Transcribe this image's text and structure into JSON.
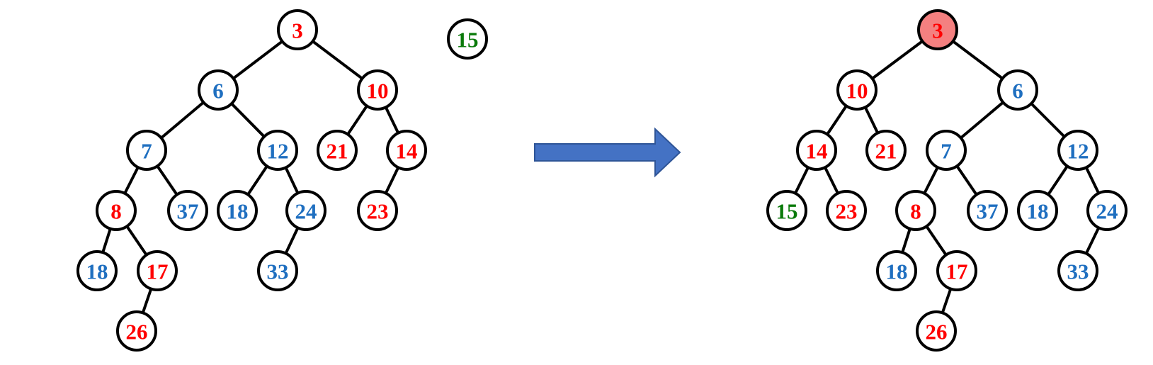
{
  "colors": {
    "red": "#ff0000",
    "blue": "#1f6fc0",
    "green": "#0a7a0a",
    "highlight_fill": "#f48080",
    "arrow_fill": "#4472c4",
    "arrow_stroke": "#2f5597"
  },
  "left_tree": {
    "nodes": [
      {
        "id": "L3",
        "label": "3",
        "color": "red"
      },
      {
        "id": "L6",
        "label": "6",
        "color": "blue"
      },
      {
        "id": "L10",
        "label": "10",
        "color": "red"
      },
      {
        "id": "L7",
        "label": "7",
        "color": "blue"
      },
      {
        "id": "L12",
        "label": "12",
        "color": "blue"
      },
      {
        "id": "L21",
        "label": "21",
        "color": "red"
      },
      {
        "id": "L14",
        "label": "14",
        "color": "red"
      },
      {
        "id": "L8",
        "label": "8",
        "color": "red"
      },
      {
        "id": "L37",
        "label": "37",
        "color": "blue"
      },
      {
        "id": "L18a",
        "label": "18",
        "color": "blue"
      },
      {
        "id": "L24",
        "label": "24",
        "color": "blue"
      },
      {
        "id": "L23",
        "label": "23",
        "color": "red"
      },
      {
        "id": "L18b",
        "label": "18",
        "color": "blue"
      },
      {
        "id": "L17",
        "label": "17",
        "color": "red"
      },
      {
        "id": "L33",
        "label": "33",
        "color": "blue"
      },
      {
        "id": "L26",
        "label": "26",
        "color": "red"
      }
    ],
    "edges": [
      [
        "L3",
        "L6"
      ],
      [
        "L3",
        "L10"
      ],
      [
        "L6",
        "L7"
      ],
      [
        "L6",
        "L12"
      ],
      [
        "L10",
        "L21"
      ],
      [
        "L10",
        "L14"
      ],
      [
        "L7",
        "L8"
      ],
      [
        "L7",
        "L37"
      ],
      [
        "L12",
        "L18a"
      ],
      [
        "L12",
        "L24"
      ],
      [
        "L14",
        "L23"
      ],
      [
        "L8",
        "L18b"
      ],
      [
        "L8",
        "L17"
      ],
      [
        "L24",
        "L33"
      ],
      [
        "L17",
        "L26"
      ]
    ]
  },
  "insert_node": {
    "id": "N15",
    "label": "15",
    "color": "green"
  },
  "right_tree": {
    "nodes": [
      {
        "id": "R3",
        "label": "3",
        "color": "red",
        "highlight": true
      },
      {
        "id": "R10",
        "label": "10",
        "color": "red"
      },
      {
        "id": "R6",
        "label": "6",
        "color": "blue"
      },
      {
        "id": "R14",
        "label": "14",
        "color": "red"
      },
      {
        "id": "R21",
        "label": "21",
        "color": "red"
      },
      {
        "id": "R7",
        "label": "7",
        "color": "blue"
      },
      {
        "id": "R12",
        "label": "12",
        "color": "blue"
      },
      {
        "id": "R15",
        "label": "15",
        "color": "green"
      },
      {
        "id": "R23",
        "label": "23",
        "color": "red"
      },
      {
        "id": "R8",
        "label": "8",
        "color": "red"
      },
      {
        "id": "R37",
        "label": "37",
        "color": "blue"
      },
      {
        "id": "R18a",
        "label": "18",
        "color": "blue"
      },
      {
        "id": "R24",
        "label": "24",
        "color": "blue"
      },
      {
        "id": "R18b",
        "label": "18",
        "color": "blue"
      },
      {
        "id": "R17",
        "label": "17",
        "color": "red"
      },
      {
        "id": "R33",
        "label": "33",
        "color": "blue"
      },
      {
        "id": "R26",
        "label": "26",
        "color": "red"
      }
    ],
    "edges": [
      [
        "R3",
        "R10"
      ],
      [
        "R3",
        "R6"
      ],
      [
        "R10",
        "R14"
      ],
      [
        "R10",
        "R21"
      ],
      [
        "R6",
        "R7"
      ],
      [
        "R6",
        "R12"
      ],
      [
        "R14",
        "R15"
      ],
      [
        "R14",
        "R23"
      ],
      [
        "R7",
        "R8"
      ],
      [
        "R7",
        "R37"
      ],
      [
        "R12",
        "R18a"
      ],
      [
        "R12",
        "R24"
      ],
      [
        "R8",
        "R18b"
      ],
      [
        "R8",
        "R17"
      ],
      [
        "R24",
        "R33"
      ],
      [
        "R17",
        "R26"
      ]
    ]
  }
}
